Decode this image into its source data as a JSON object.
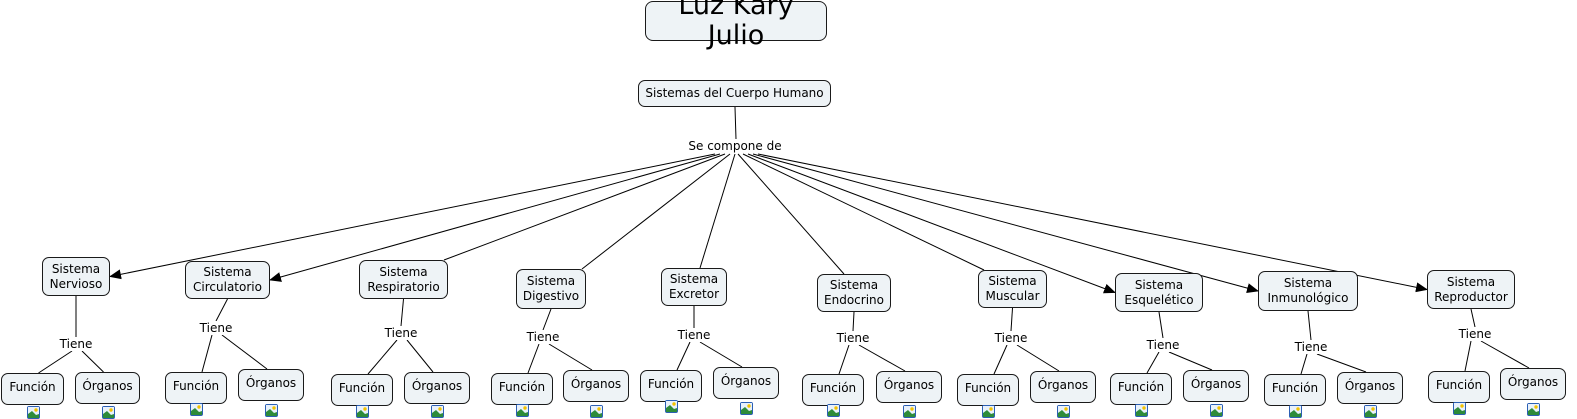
{
  "title": "Luz Kary Julio",
  "root": "Sistemas del Cuerpo Humano",
  "root_link": "Se compone de",
  "child_link": "Tiene",
  "systems": [
    {
      "name": "Sistema\nNervioso",
      "funcion": "Función",
      "organos": "Órganos"
    },
    {
      "name": "Sistema\nCirculatorio",
      "funcion": "Función",
      "organos": "Órganos"
    },
    {
      "name": "Sistema\nRespiratorio",
      "funcion": "Función",
      "organos": "Órganos"
    },
    {
      "name": "Sistema\nDigestivo",
      "funcion": "Función",
      "organos": "Órganos"
    },
    {
      "name": "Sistema\nExcretor",
      "funcion": "Función",
      "organos": "Órganos"
    },
    {
      "name": "Sistema\nEndocrino",
      "funcion": "Función",
      "organos": "Órganos"
    },
    {
      "name": "Sistema\nMuscular",
      "funcion": "Función",
      "organos": "Órganos"
    },
    {
      "name": "Sistema\nEsquelético",
      "funcion": "Función",
      "organos": "Órganos"
    },
    {
      "name": "Sistema\nInmunológico",
      "funcion": "Función",
      "organos": "Órganos"
    },
    {
      "name": "Sistema\nReproductor",
      "funcion": "Función",
      "organos": "Órganos"
    }
  ],
  "colors": {
    "node_fill": "#eef3f6",
    "node_border": "#1a1a1a",
    "line": "#000000",
    "icon_border": "#2b5fb4"
  }
}
